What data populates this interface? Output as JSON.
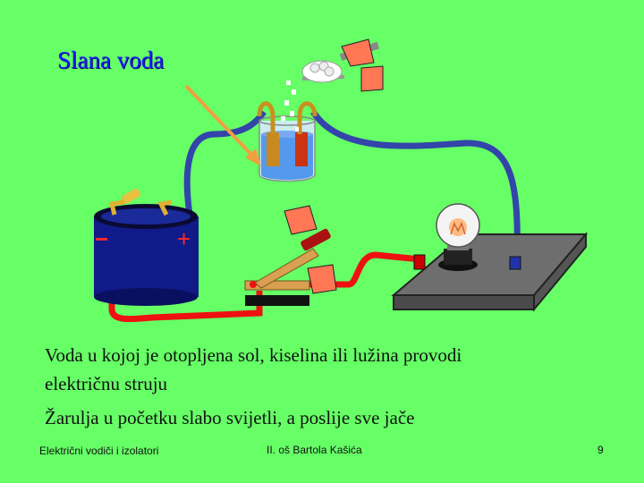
{
  "slide": {
    "title": "Slana voda",
    "lines": [
      "Voda u kojoj je otopljena sol, kiselina ili lužina  provodi",
      "električnu struju",
      "Žarulja u početku slabo svijetli, a poslije sve jače"
    ],
    "footer": {
      "left": "Električni vodiči i izolatori",
      "center": "II. oš Bartola Kašića",
      "page_number": "9"
    }
  },
  "diagram": {
    "battery_minus": "−",
    "battery_plus": "+",
    "colors": {
      "background": "#66ff66",
      "wire_blue": "#3344aa",
      "wire_red": "#ee1111",
      "battery": "#101a88",
      "board": "#6e6e6e",
      "arrow": "#f0a040",
      "hand": "#ff7755"
    },
    "icons": [
      "battery-icon",
      "beaker-icon",
      "light-bulb-icon",
      "switch-icon",
      "hand-icon",
      "salt-icon",
      "arrow-icon"
    ]
  }
}
